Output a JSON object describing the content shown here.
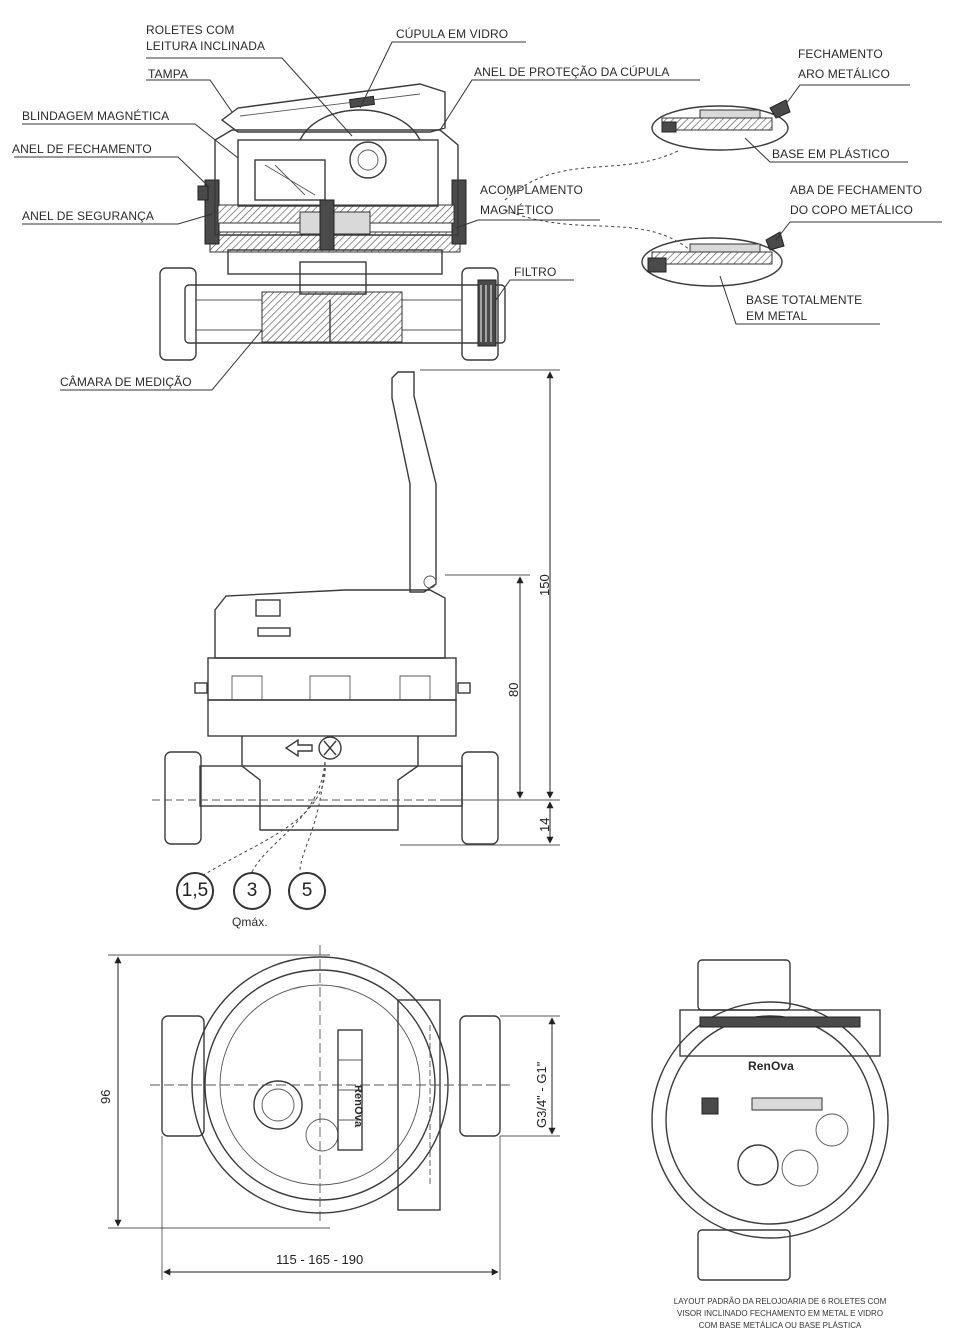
{
  "labels": {
    "roletes": [
      "ROLETES COM",
      "LEITURA INCLINADA"
    ],
    "tampa": "TAMPA",
    "blindagem": "BLINDAGEM MAGNÉTICA",
    "anel_fechamento": "ANEL DE FECHAMENTO",
    "anel_seguranca": "ANEL DE SEGURANÇA",
    "cupula_vidro": "CÚPULA EM VIDRO",
    "anel_protecao": "ANEL DE PROTEÇÃO DA CÚPULA",
    "acoplamento": [
      "ACOMPLAMENTO",
      "MAGNÉTICO"
    ],
    "filtro": "FILTRO",
    "camara": "CÂMARA DE MEDIÇÃO",
    "fechamento_aro": [
      "FECHAMENTO",
      "ARO METÁLICO"
    ],
    "base_plastico": "BASE EM PLÁSTICO",
    "aba_fechamento": [
      "ABA DE FECHAMENTO",
      "DO COPO METÁLICO"
    ],
    "base_metal": [
      "BASE TOTALMENTE",
      "EM METAL"
    ]
  },
  "dimensions": {
    "height_150": "150",
    "height_80": "80",
    "height_14": "14",
    "width_96": "96",
    "thread": "G3/4\" - G1\"",
    "lengths": "115 - 165 - 190"
  },
  "qmax": {
    "values": [
      "1,5",
      "3",
      "5"
    ],
    "label": "Qmáx."
  },
  "caption": [
    "LAYOUT PADRÃO DA RELOJOARIA DE 6 ROLETES COM",
    "VISOR INCLINADO FECHAMENTO EM METAL E VIDRO",
    "COM BASE METÁLICA OU BASE PLÁSTICA"
  ],
  "brand": "RenOva"
}
